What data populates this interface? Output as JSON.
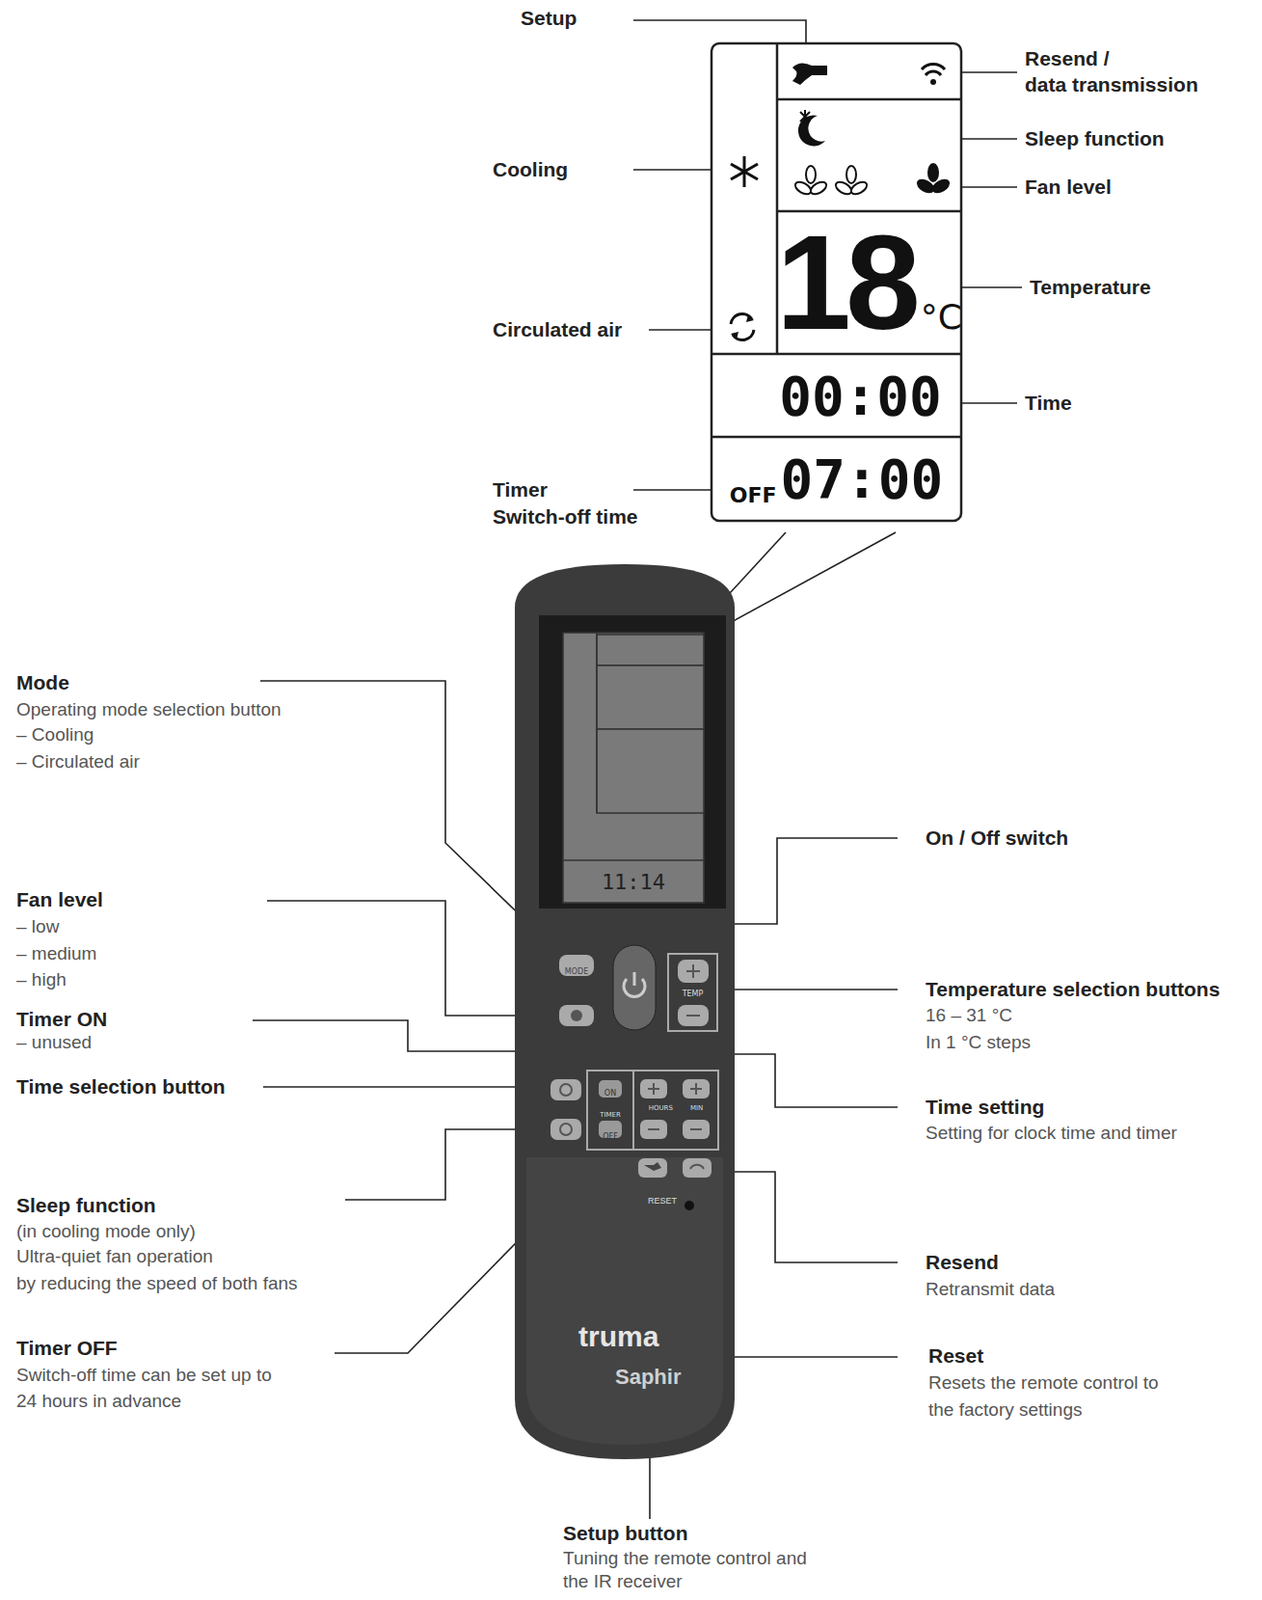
{
  "diagram": {
    "nodes": [
      {
        "text": [
          "18",
          "°C"
        ]
      },
      {
        "text": [
          "00:00"
        ]
      },
      {
        "text": [
          "OFF",
          "07:00"
        ]
      },
      {
        "text": [
          "11:14"
        ]
      },
      {
        "text": [
          "MODE"
        ]
      },
      {
        "text": [
          "TEMP"
        ]
      },
      {
        "text": [
          "ON",
          "TIMER",
          "OFF"
        ]
      },
      {
        "text": [
          "HOURS",
          "MIN"
        ]
      }
    ],
    "labels": [
      "Setup",
      "Resend /",
      "data transmission",
      "Sleep function",
      "Fan level",
      "Temperature",
      "Time",
      "Cooling",
      "Circulated air",
      "Timer",
      "Switch-off time",
      "Mode",
      "Operating mode selection button",
      "– Cooling",
      "– Circulated air",
      "Fan level",
      "– low",
      "– medium",
      "– high",
      "Timer ON",
      "– unused",
      "Time selection button",
      "Sleep function",
      "(in cooling mode only)",
      "Ultra-quiet fan operation",
      "by reducing the speed of both fans",
      "Timer OFF",
      "Switch-off time can be set up to",
      "24 hours in advance",
      "On / Off switch",
      "Temperature selection buttons",
      "16 – 31 °C",
      "In 1 °C steps",
      "Time setting",
      "Setting for clock time and timer",
      "Resend",
      "Retransmit data",
      "Reset",
      "Resets the remote control to",
      "the factory settings",
      "Setup button",
      "Tuning the remote control and",
      "the IR receiver",
      "RESET",
      "truma",
      "Saphir"
    ]
  }
}
